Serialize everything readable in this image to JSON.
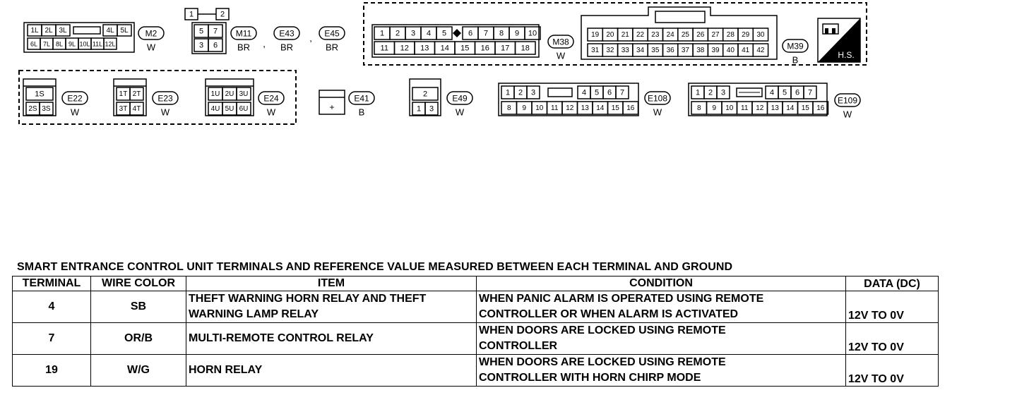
{
  "connectors": [
    {
      "id": "M2",
      "color": "W",
      "pins": [
        "1L",
        "2L",
        "3L",
        "4L",
        "5L",
        "6L",
        "7L",
        "8L",
        "9L",
        "10L",
        "11L",
        "12L"
      ]
    },
    {
      "id": "M11",
      "color": "BR",
      "pins": [
        "1",
        "2",
        "5",
        "7",
        "3",
        "6"
      ]
    },
    {
      "id": "E43",
      "color": "BR"
    },
    {
      "id": "E45",
      "color": "BR"
    },
    {
      "id": "M38",
      "color": "W",
      "pins": [
        "1",
        "2",
        "3",
        "4",
        "5",
        "6",
        "7",
        "8",
        "9",
        "10",
        "11",
        "12",
        "13",
        "14",
        "15",
        "16",
        "17",
        "18"
      ]
    },
    {
      "id": "M39",
      "color": "B",
      "pins": [
        "19",
        "20",
        "21",
        "22",
        "23",
        "24",
        "25",
        "26",
        "27",
        "28",
        "29",
        "30",
        "31",
        "32",
        "33",
        "34",
        "35",
        "36",
        "37",
        "38",
        "39",
        "40",
        "41",
        "42"
      ]
    },
    {
      "id": "E22",
      "color": "W",
      "pins": [
        "1S",
        "2S",
        "3S"
      ]
    },
    {
      "id": "E23",
      "color": "W",
      "pins": [
        "1T",
        "2T",
        "3T",
        "4T"
      ]
    },
    {
      "id": "E24",
      "color": "W",
      "pins": [
        "1U",
        "2U",
        "3U",
        "4U",
        "5U",
        "6U"
      ]
    },
    {
      "id": "E41",
      "color": "B",
      "pins": [
        "+"
      ]
    },
    {
      "id": "E49",
      "color": "W",
      "pins": [
        "2",
        "1",
        "3"
      ]
    },
    {
      "id": "E108",
      "color": "W",
      "pins": [
        "1",
        "2",
        "3",
        "4",
        "5",
        "6",
        "7",
        "8",
        "9",
        "10",
        "11",
        "12",
        "13",
        "14",
        "15",
        "16"
      ]
    },
    {
      "id": "E109",
      "color": "W",
      "pins": [
        "1",
        "2",
        "3",
        "4",
        "5",
        "6",
        "7",
        "8",
        "9",
        "10",
        "11",
        "12",
        "13",
        "14",
        "15",
        "16"
      ]
    }
  ],
  "hs_badge": "H.S.",
  "table": {
    "title": "SMART ENTRANCE CONTROL UNIT TERMINALS AND REFERENCE VALUE MEASURED BETWEEN EACH TERMINAL AND GROUND",
    "headers": [
      "TERMINAL",
      "WIRE COLOR",
      "ITEM",
      "CONDITION",
      "DATA (DC)"
    ],
    "rows": [
      {
        "terminal": "4",
        "wire": "SB",
        "item": [
          "THEFT WARNING HORN RELAY AND THEFT",
          "WARNING LAMP RELAY"
        ],
        "condition": [
          "WHEN PANIC ALARM IS OPERATED USING REMOTE",
          "CONTROLLER OR WHEN ALARM IS ACTIVATED"
        ],
        "data": "12V TO 0V"
      },
      {
        "terminal": "7",
        "wire": "OR/B",
        "item": [
          "MULTI-REMOTE CONTROL RELAY",
          ""
        ],
        "condition": [
          "WHEN DOORS ARE LOCKED USING REMOTE",
          "CONTROLLER"
        ],
        "data": "12V TO 0V"
      },
      {
        "terminal": "19",
        "wire": "W/G",
        "item": [
          "HORN RELAY",
          ""
        ],
        "condition": [
          "WHEN DOORS ARE LOCKED USING REMOTE",
          "CONTROLLER WITH HORN CHIRP MODE"
        ],
        "data": "12V TO 0V"
      }
    ]
  }
}
